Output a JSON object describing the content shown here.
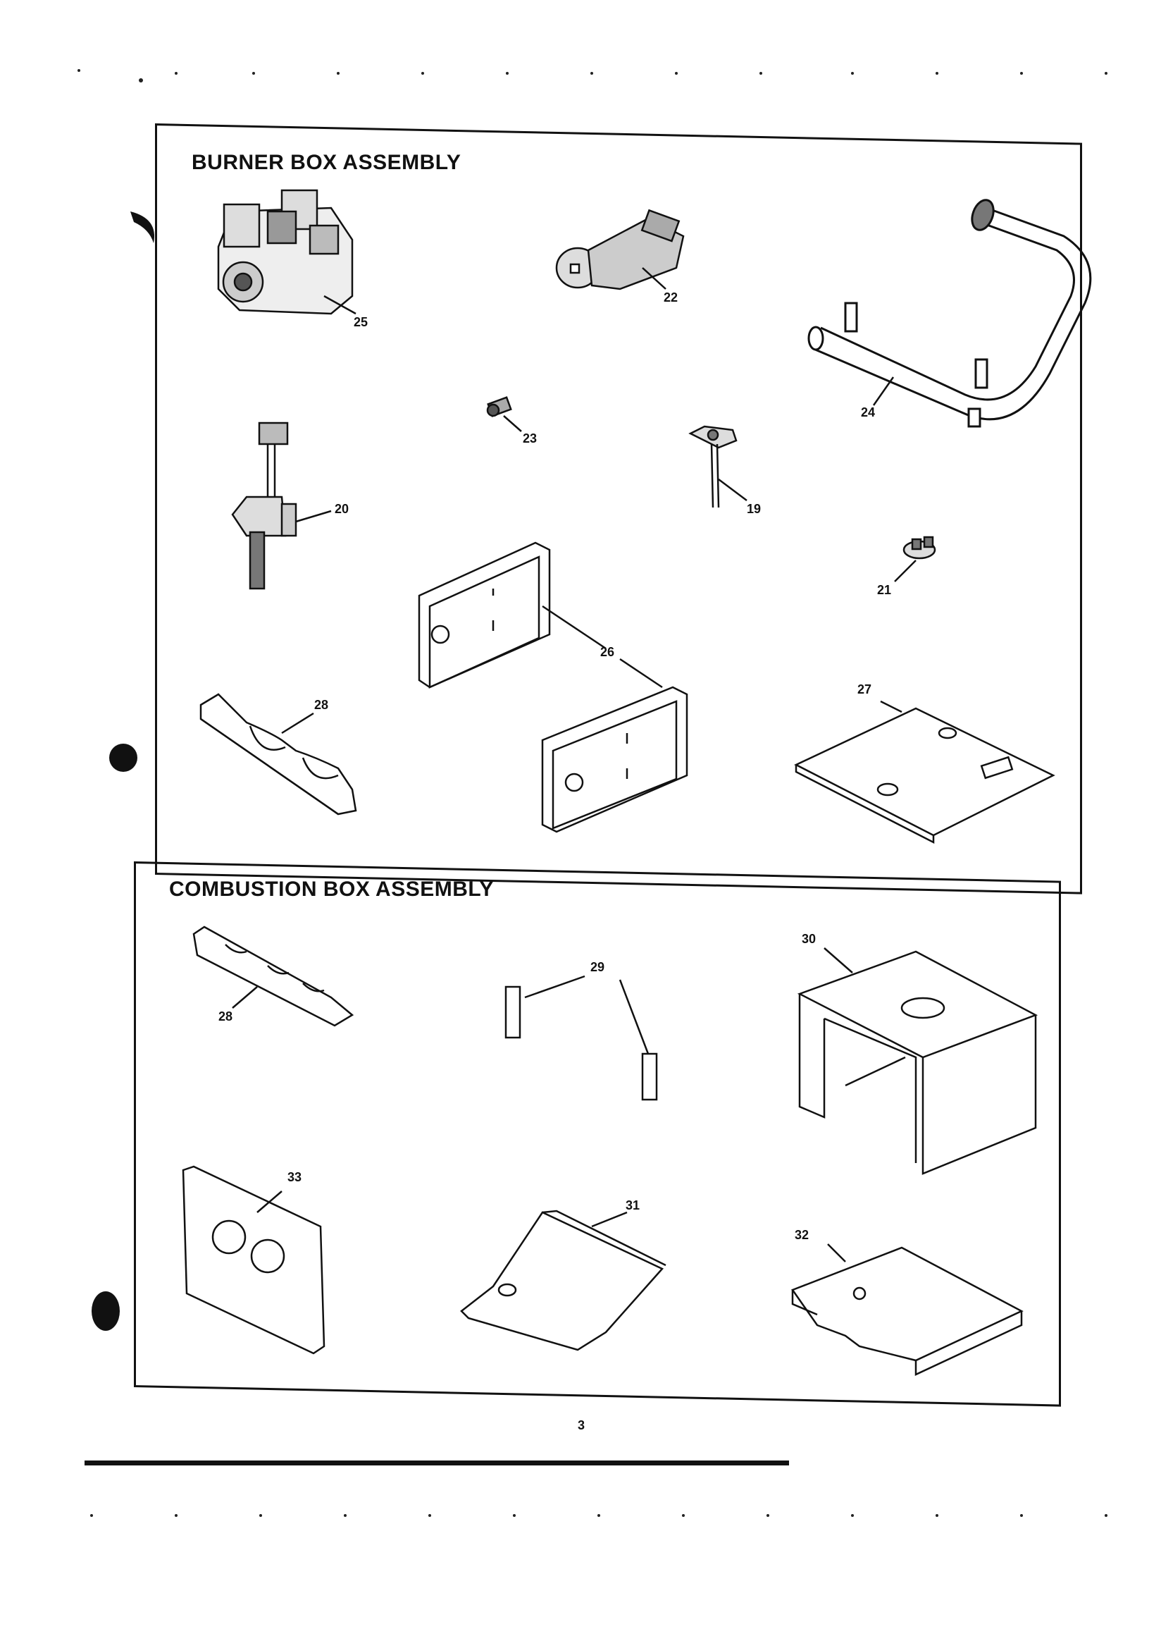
{
  "burner_box": {
    "title": "BURNER BOX ASSEMBLY",
    "callouts": {
      "p25": "25",
      "p22": "22",
      "p24": "24",
      "p23": "23",
      "p19": "19",
      "p20": "20",
      "p21": "21",
      "p26": "26",
      "p27": "27",
      "p28": "28"
    }
  },
  "combustion_box": {
    "title": "COMBUSTION BOX ASSEMBLY",
    "callouts": {
      "p28": "28",
      "p29": "29",
      "p30": "30",
      "p33": "33",
      "p31": "31",
      "p32": "32"
    }
  },
  "page_number": "3"
}
